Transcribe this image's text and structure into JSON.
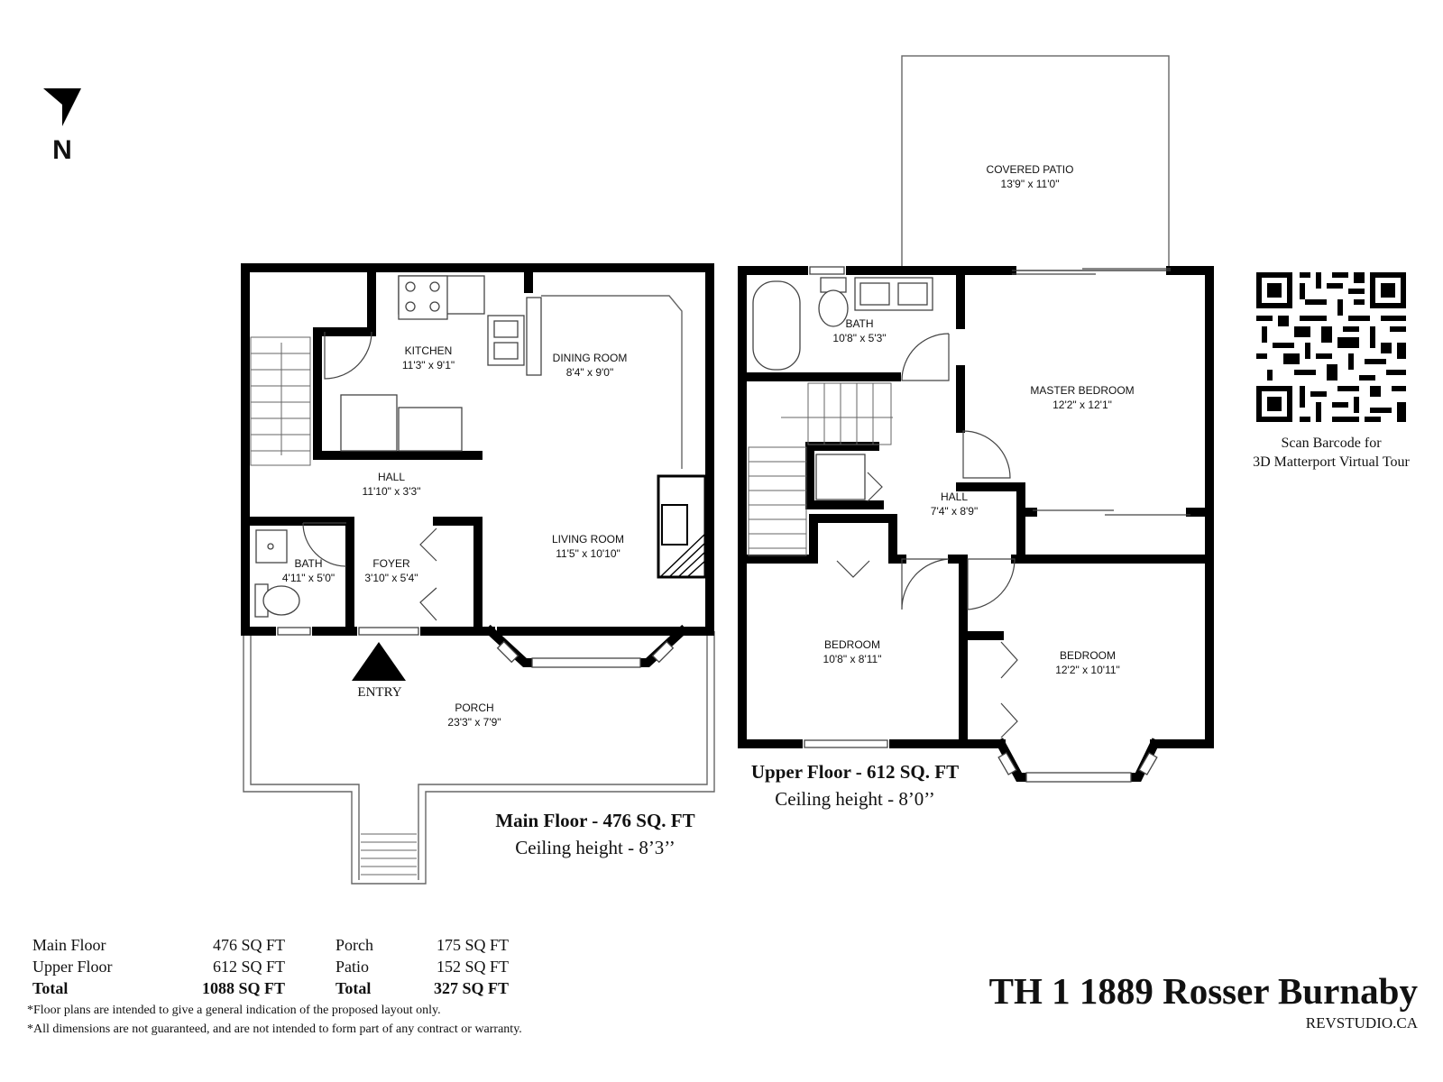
{
  "compass": {
    "label": "N"
  },
  "rooms": {
    "covered_patio": {
      "name": "COVERED PATIO",
      "dims": "13'9\" x 11'0\""
    },
    "kitchen": {
      "name": "KITCHEN",
      "dims": "11'3\" x 9'1\""
    },
    "dining_room": {
      "name": "DINING ROOM",
      "dims": "8'4\" x 9'0\""
    },
    "main_hall": {
      "name": "HALL",
      "dims": "11'10\" x 3'3\""
    },
    "living_room": {
      "name": "LIVING ROOM",
      "dims": "11'5\" x 10'10\""
    },
    "main_bath": {
      "name": "BATH",
      "dims": "4'11\" x 5'0\""
    },
    "foyer": {
      "name": "FOYER",
      "dims": "3'10\" x 5'4\""
    },
    "porch": {
      "name": "PORCH",
      "dims": "23'3\" x 7'9\""
    },
    "upper_bath": {
      "name": "BATH",
      "dims": "10'8\" x 5'3\""
    },
    "master_bedroom": {
      "name": "MASTER BEDROOM",
      "dims": "12'2\" x 12'1\""
    },
    "upper_hall": {
      "name": "HALL",
      "dims": "7'4\" x 8'9\""
    },
    "bedroom_1": {
      "name": "BEDROOM",
      "dims": "10'8\" x 8'11\""
    },
    "bedroom_2": {
      "name": "BEDROOM",
      "dims": "12'2\" x 10'11\""
    }
  },
  "entry_label": "ENTRY",
  "main_floor": {
    "title": "Main Floor - 476 SQ. FT",
    "ceiling": "Ceiling height - 8’3’’"
  },
  "upper_floor": {
    "title": "Upper Floor - 612 SQ. FT",
    "ceiling": "Ceiling height - 8’0’’"
  },
  "qr": {
    "line1": "Scan Barcode for",
    "line2": "3D Matterport Virtual Tour"
  },
  "areas": {
    "rows": [
      {
        "label": "Main Floor",
        "value": "476 SQ FT",
        "label2": "Porch",
        "value2": "175 SQ FT"
      },
      {
        "label": "Upper Floor",
        "value": "612 SQ FT",
        "label2": "Patio",
        "value2": "152 SQ FT"
      },
      {
        "label": "Total",
        "value": "1088 SQ FT",
        "label2": "Total",
        "value2": "327 SQ FT"
      }
    ]
  },
  "disclaimer": [
    "*Floor plans are intended to give a general indication of the proposed layout only.",
    "*All dimensions are not guaranteed, and are not intended to form part of any contract or warranty."
  ],
  "address": "TH 1 1889 Rosser Burnaby",
  "website": "REVSTUDIO.CA"
}
